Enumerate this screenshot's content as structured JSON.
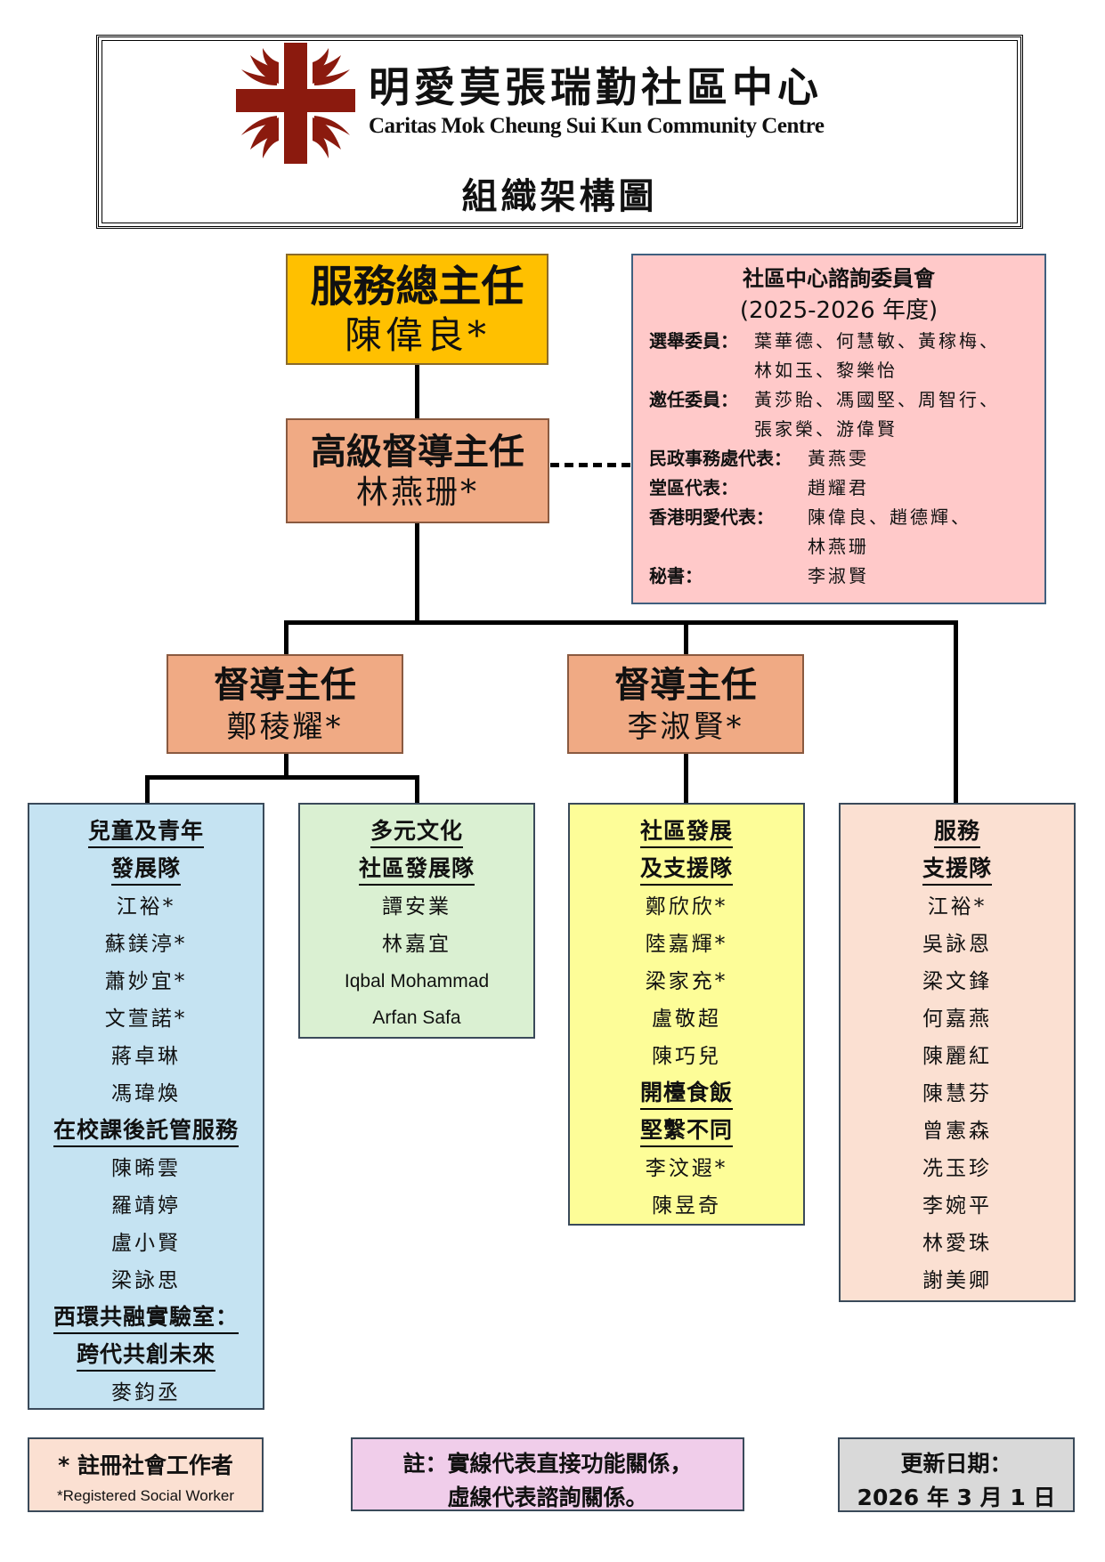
{
  "header": {
    "org_name_zh": "明愛莫張瑞勤社區中心",
    "org_name_en": "Caritas Mok Cheung Sui Kun Community Centre",
    "chart_title": "組織架構圖",
    "logo_color": "#8b1a0e"
  },
  "director": {
    "role": "服務總主任",
    "name": "陳偉良*"
  },
  "senior_supervisor": {
    "role": "高級督導主任",
    "name": "林燕珊*"
  },
  "supervisors": [
    {
      "role": "督導主任",
      "name": "鄭稜耀*"
    },
    {
      "role": "督導主任",
      "name": "李淑賢*"
    }
  ],
  "committee": {
    "title": "社區中心諮詢委員會",
    "year": "(2025-2026 年度)",
    "rows": [
      {
        "label": "選舉委員：",
        "lines": [
          "葉華德、何慧敏、黃稼梅、",
          "林如玉、黎樂怡"
        ]
      },
      {
        "label": "邀任委員：",
        "lines": [
          "黃莎貽、馮國堅、周智行、",
          "張家榮、游偉賢"
        ]
      },
      {
        "label": "民政事務處代表：",
        "lines": [
          "黃燕雯"
        ]
      },
      {
        "label": "堂區代表：",
        "lines": [
          "趙耀君"
        ]
      },
      {
        "label": "香港明愛代表：",
        "lines": [
          "陳偉良、趙德輝、",
          "林燕珊"
        ]
      },
      {
        "label": "秘書：",
        "lines": [
          "李淑賢"
        ]
      }
    ]
  },
  "teams": [
    {
      "color": "#c5e3f2",
      "items": [
        {
          "t": "h",
          "text": "兒童及青年"
        },
        {
          "t": "h",
          "text": "發展隊"
        },
        {
          "t": "n",
          "text": "江裕*"
        },
        {
          "t": "n",
          "text": "蘇鎂渟*"
        },
        {
          "t": "n",
          "text": "蕭妙宜*"
        },
        {
          "t": "n",
          "text": "文萱諾*"
        },
        {
          "t": "n",
          "text": "蔣卓琳"
        },
        {
          "t": "n",
          "text": "馮瑋煥"
        },
        {
          "t": "h",
          "text": "在校課後託管服務"
        },
        {
          "t": "n",
          "text": "陳晞雲"
        },
        {
          "t": "n",
          "text": "羅靖婷"
        },
        {
          "t": "n",
          "text": "盧小賢"
        },
        {
          "t": "n",
          "text": "梁詠思"
        },
        {
          "t": "h",
          "text": "西環共融實驗室："
        },
        {
          "t": "h",
          "text": "跨代共創未來"
        },
        {
          "t": "n",
          "text": "麥鈞丞"
        }
      ]
    },
    {
      "color": "#daf0d2",
      "items": [
        {
          "t": "h",
          "text": "多元文化"
        },
        {
          "t": "h",
          "text": "社區發展隊"
        },
        {
          "t": "n",
          "text": "譚安業"
        },
        {
          "t": "n",
          "text": "林嘉宜"
        },
        {
          "t": "e",
          "text": "Iqbal Mohammad"
        },
        {
          "t": "e",
          "text": "Arfan Safa"
        }
      ]
    },
    {
      "color": "#fdfd98",
      "items": [
        {
          "t": "h",
          "text": "社區發展"
        },
        {
          "t": "h",
          "text": "及支援隊"
        },
        {
          "t": "n",
          "text": "鄭欣欣*"
        },
        {
          "t": "n",
          "text": "陸嘉輝*"
        },
        {
          "t": "n",
          "text": "梁家充*"
        },
        {
          "t": "n",
          "text": "盧敬超"
        },
        {
          "t": "n",
          "text": "陳巧兒"
        },
        {
          "t": "h",
          "text": "開檯食飯"
        },
        {
          "t": "h",
          "text": "堅繫不同"
        },
        {
          "t": "n",
          "text": "李汶遐*"
        },
        {
          "t": "n",
          "text": "陳昱奇"
        }
      ]
    },
    {
      "color": "#fbe0d2",
      "items": [
        {
          "t": "h",
          "text": "服務"
        },
        {
          "t": "h",
          "text": "支援隊"
        },
        {
          "t": "n",
          "text": "江裕*"
        },
        {
          "t": "n",
          "text": "吳詠恩"
        },
        {
          "t": "n",
          "text": "梁文鋒"
        },
        {
          "t": "n",
          "text": "何嘉燕"
        },
        {
          "t": "n",
          "text": "陳麗紅"
        },
        {
          "t": "n",
          "text": "陳慧芬"
        },
        {
          "t": "n",
          "text": "曾憲森"
        },
        {
          "t": "n",
          "text": "冼玉珍"
        },
        {
          "t": "n",
          "text": "李婉平"
        },
        {
          "t": "n",
          "text": "林愛珠"
        },
        {
          "t": "n",
          "text": "謝美卿"
        }
      ]
    }
  ],
  "footer": {
    "rsw_zh": "* 註冊社會工作者",
    "rsw_en": "*Registered Social Worker",
    "note_line1": "註：實線代表直接功能關係，",
    "note_line2": "虛線代表諮詢關係。",
    "updated_label": "更新日期：",
    "updated_date": "2026 年 3 月 1 日"
  }
}
